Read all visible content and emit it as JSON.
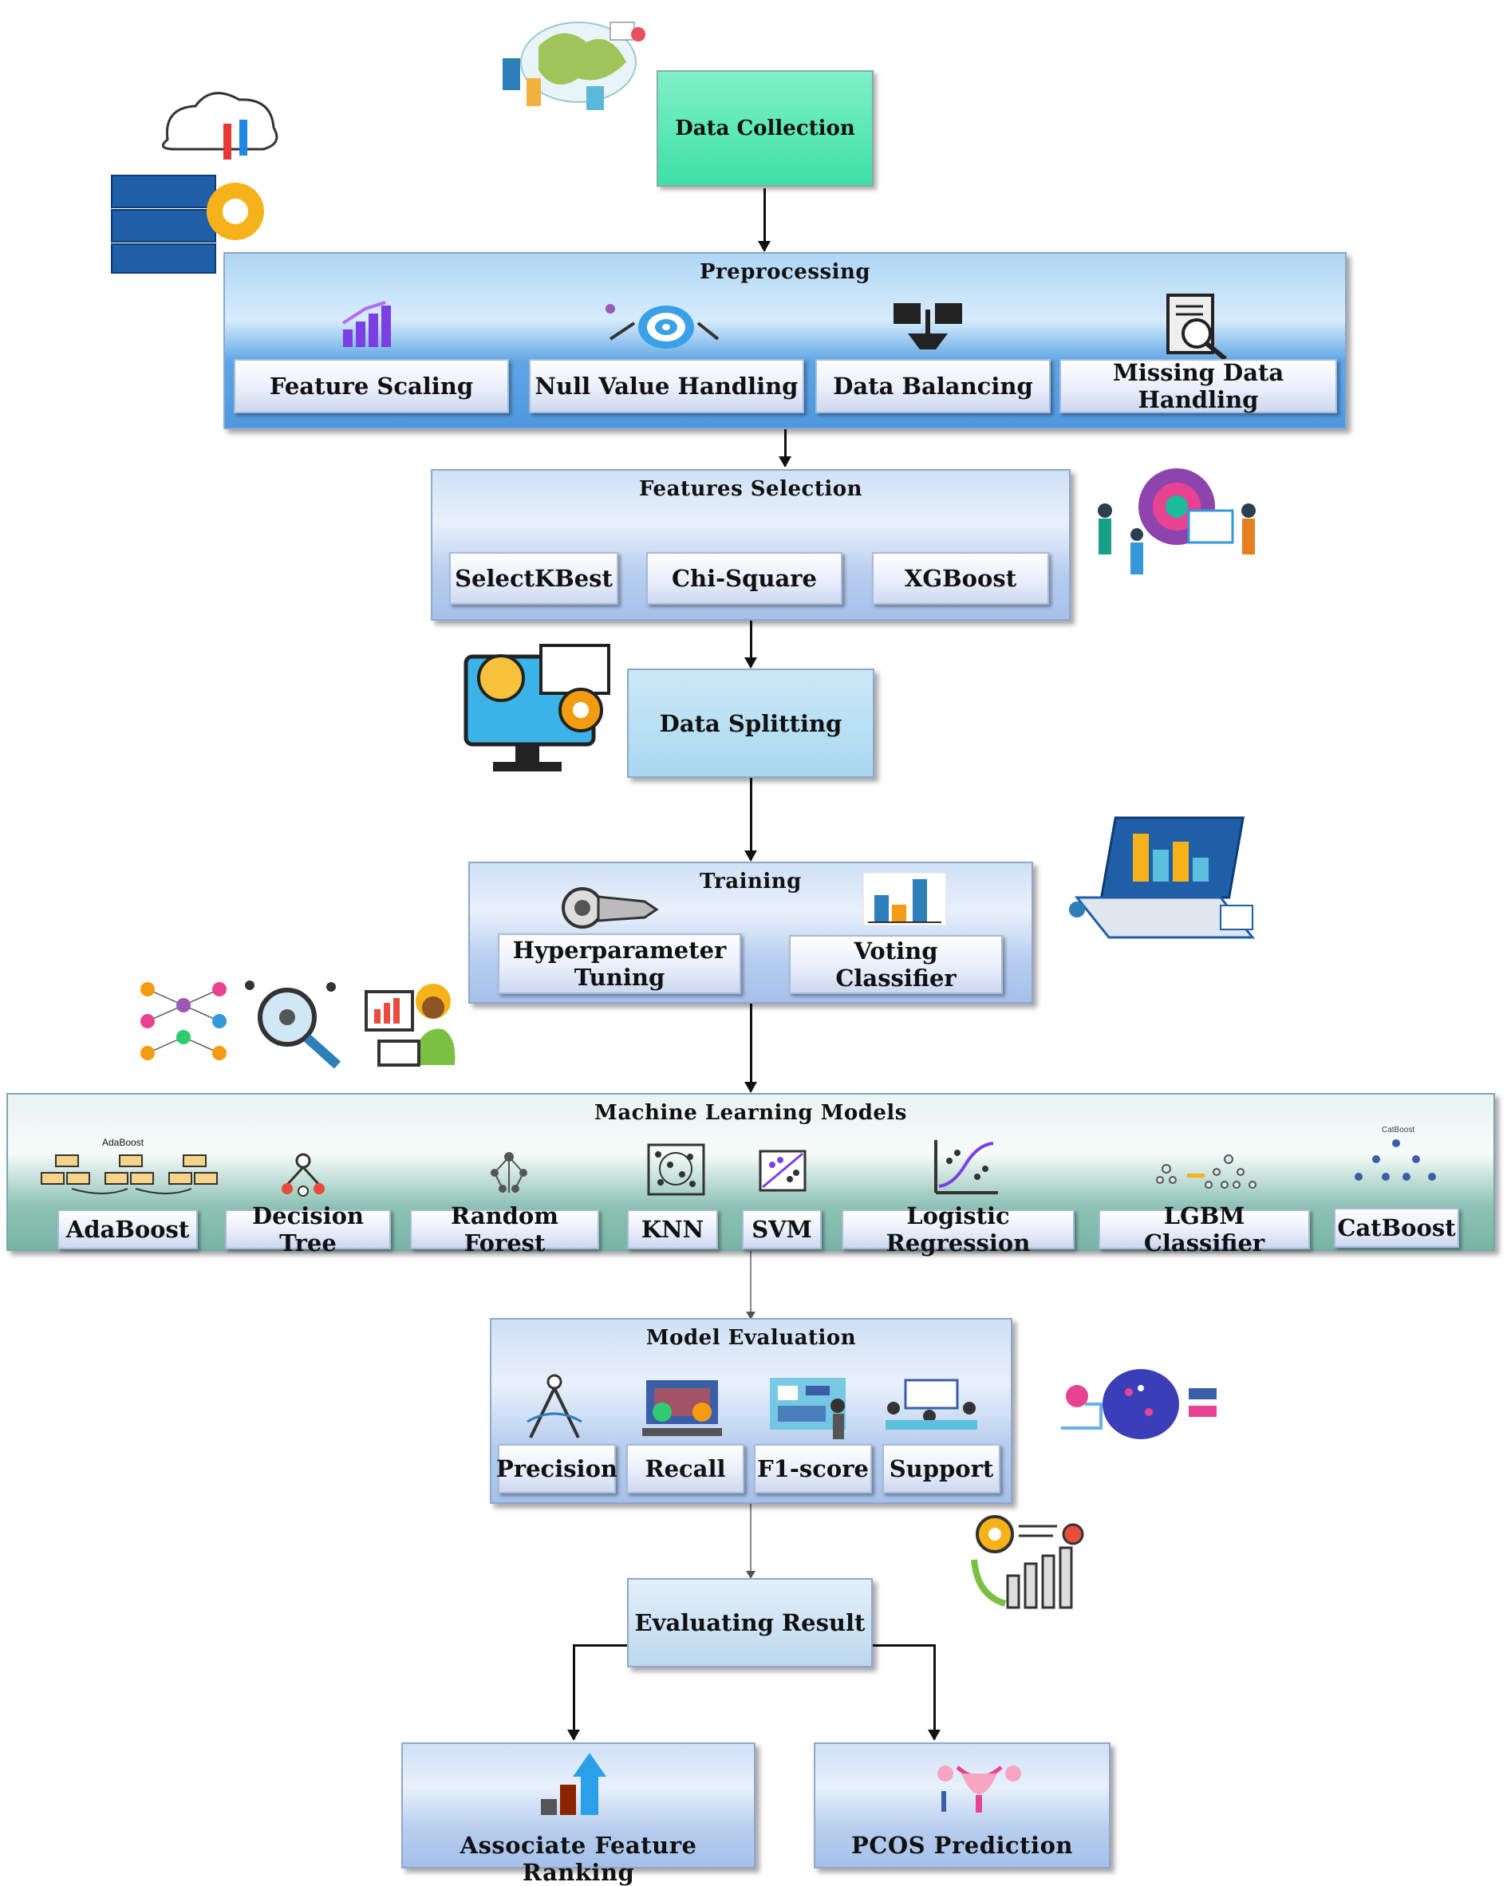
{
  "data_collection": {
    "label": "Data Collection"
  },
  "preprocessing": {
    "title": "Preprocessing",
    "items": [
      "Feature Scaling",
      "Null Value Handling",
      "Data Balancing",
      "Missing Data Handling"
    ]
  },
  "features_selection": {
    "title": "Features Selection",
    "items": [
      "SelectKBest",
      "Chi-Square",
      "XGBoost"
    ]
  },
  "data_splitting": {
    "label": "Data Splitting"
  },
  "training": {
    "title": "Training",
    "items": [
      "Hyperparameter Tuning",
      "Voting Classifier"
    ]
  },
  "ml_models": {
    "title": "Machine Learning Models",
    "items": [
      "AdaBoost",
      "Decision Tree",
      "Random Forest",
      "KNN",
      "SVM",
      "Logistic Regression",
      "LGBM Classifier",
      "CatBoost"
    ],
    "small_labels": {
      "adaboost": "AdaBoost",
      "catboost": "CatBoost"
    }
  },
  "model_evaluation": {
    "title": "Model Evaluation",
    "items": [
      "Precision",
      "Recall",
      "F1-score",
      "Support"
    ]
  },
  "evaluating_result": {
    "label": "Evaluating Result"
  },
  "outputs": {
    "left": "Associate Feature Ranking",
    "right": "PCOS Prediction"
  },
  "colors": {
    "data_collection": "#4de3b0",
    "panel_blue": "#5fa6e6",
    "panel_teal": "#8ec3b4",
    "box_light": "#b7ddf2"
  },
  "icons": [
    "world-map-icon",
    "cloud-server-icon",
    "bar-chart-up-icon",
    "target-icon",
    "balance-icon",
    "document-search-icon",
    "team-icon",
    "lightbulb-monitor-icon",
    "dashboard-icon",
    "camera-icon",
    "bar-chart-icon",
    "neural-network-icon",
    "magnifier-network-icon",
    "analyst-icon",
    "compass-icon",
    "team-desk-icon",
    "board-icon",
    "meeting-icon",
    "brain-icon",
    "gear-chart-icon",
    "ranking-arrow-icon",
    "uterus-icon"
  ]
}
